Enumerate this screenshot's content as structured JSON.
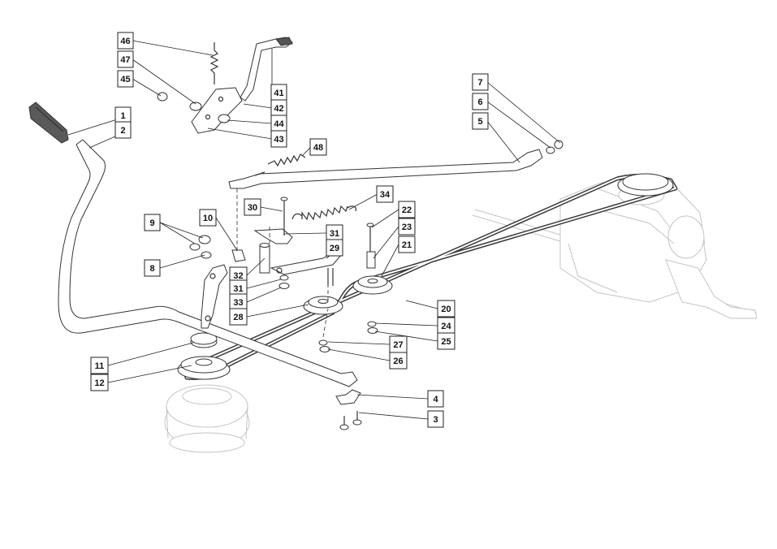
{
  "diagram": {
    "callouts": [
      {
        "id": "p46",
        "label": "46"
      },
      {
        "id": "p47",
        "label": "47"
      },
      {
        "id": "p45",
        "label": "45"
      },
      {
        "id": "p41",
        "label": "41"
      },
      {
        "id": "p42",
        "label": "42"
      },
      {
        "id": "p44",
        "label": "44"
      },
      {
        "id": "p43",
        "label": "43"
      },
      {
        "id": "p1",
        "label": "1"
      },
      {
        "id": "p2",
        "label": "2"
      },
      {
        "id": "p48",
        "label": "48"
      },
      {
        "id": "p7",
        "label": "7"
      },
      {
        "id": "p6",
        "label": "6"
      },
      {
        "id": "p5",
        "label": "5"
      },
      {
        "id": "p34",
        "label": "34"
      },
      {
        "id": "p30",
        "label": "30"
      },
      {
        "id": "p22",
        "label": "22"
      },
      {
        "id": "p23",
        "label": "23"
      },
      {
        "id": "p21",
        "label": "21"
      },
      {
        "id": "p10",
        "label": "10"
      },
      {
        "id": "p9",
        "label": "9"
      },
      {
        "id": "p31a",
        "label": "31"
      },
      {
        "id": "p29",
        "label": "29"
      },
      {
        "id": "p8",
        "label": "8"
      },
      {
        "id": "p32",
        "label": "32"
      },
      {
        "id": "p31b",
        "label": "31"
      },
      {
        "id": "p33",
        "label": "33"
      },
      {
        "id": "p28",
        "label": "28"
      },
      {
        "id": "p20",
        "label": "20"
      },
      {
        "id": "p24",
        "label": "24"
      },
      {
        "id": "p25",
        "label": "25"
      },
      {
        "id": "p27",
        "label": "27"
      },
      {
        "id": "p26",
        "label": "26"
      },
      {
        "id": "p11",
        "label": "11"
      },
      {
        "id": "p12",
        "label": "12"
      },
      {
        "id": "p4",
        "label": "4"
      },
      {
        "id": "p3",
        "label": "3"
      }
    ]
  }
}
